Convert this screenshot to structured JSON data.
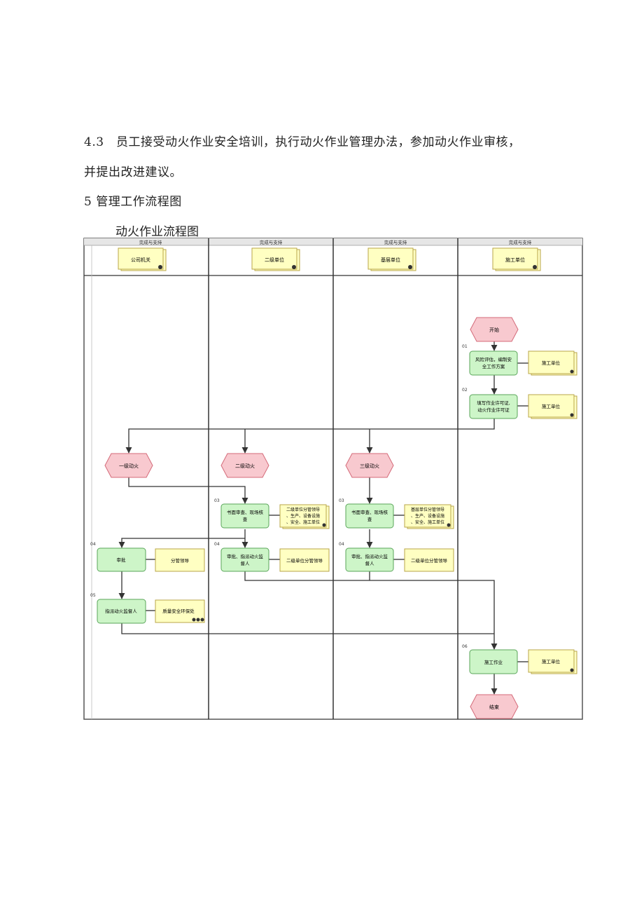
{
  "text": {
    "line1": "4.3　员工接受动火作业安全培训，执行动火作业管理办法，参加动火作业审核，",
    "line2": "并提出改进建议。",
    "heading": "5 管理工作流程图",
    "caption": "动火作业流程图"
  },
  "diagram": {
    "lane_header": "完成与支持",
    "lanes": [
      "公司机关",
      "二级单位",
      "基层单位",
      "施工单位"
    ],
    "start": "开始",
    "end": "结束",
    "fire_levels": [
      "一级动火",
      "二级动火",
      "三级动火"
    ],
    "steps": {
      "s01": {
        "num": "01",
        "text": [
          "风险评估，编制安",
          "全工作方案"
        ],
        "role": "施工单位"
      },
      "s02": {
        "num": "02",
        "text": [
          "填写作业许可证,",
          "动火作业许可证"
        ],
        "role": "施工单位"
      },
      "l2_03": {
        "num": "03",
        "text": [
          "书面审查、现场核",
          "查"
        ],
        "role": [
          "二级单位分管领导",
          "、生产、设备设施",
          "、安全、施工单位"
        ]
      },
      "l3_03": {
        "num": "03",
        "text": [
          "书面审查、现场核",
          "查"
        ],
        "role": [
          "基层单位分管领导",
          "、生产、设备设施",
          "、安全、施工单位"
        ]
      },
      "l1_04": {
        "num": "04",
        "text": [
          "审批"
        ],
        "role": "分管领导"
      },
      "l2_04": {
        "num": "04",
        "text": [
          "审批、指派动火监",
          "督人"
        ],
        "role": "二级单位分管领导"
      },
      "l3_04": {
        "num": "04",
        "text": [
          "审批、指派动火监",
          "督人"
        ],
        "role": "二级单位分管领导"
      },
      "l1_05": {
        "num": "05",
        "text": [
          "指派动火监督人"
        ],
        "role": "质量安全环保处"
      },
      "s06": {
        "num": "06",
        "text": [
          "施工作业"
        ],
        "role": "施工单位"
      }
    },
    "colors": {
      "green_fill": "#cdf5c8",
      "green_stroke": "#5aa55a",
      "yellow_fill": "#ffffc2",
      "yellow_stroke": "#b8a64a",
      "pink_fill": "#f8c9cf",
      "pink_stroke": "#d46a79"
    }
  }
}
